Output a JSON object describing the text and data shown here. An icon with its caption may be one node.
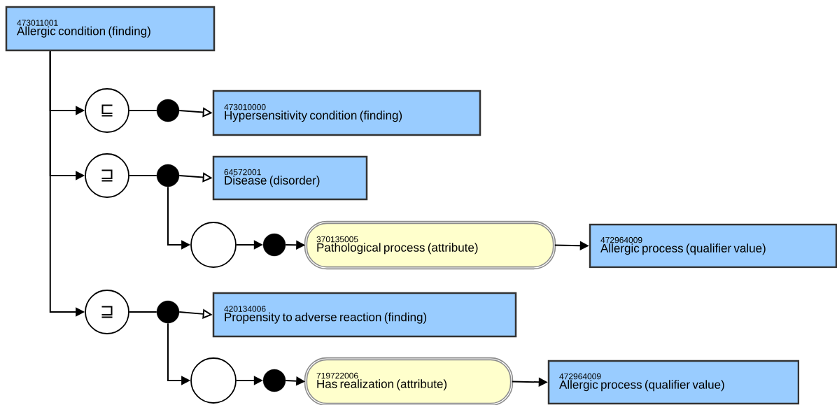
{
  "diagram": {
    "nodes": [
      {
        "text": [
          "473011001",
          "Allergic condition (finding)"
        ]
      },
      {
        "text": [
          "⊑"
        ]
      },
      {
        "text": [],
        "shape": "dot"
      },
      {
        "text": [
          "473010000",
          "Hypersensitivity condition (finding)"
        ]
      },
      {
        "text": [
          "⊒"
        ]
      },
      {
        "text": [],
        "shape": "dot"
      },
      {
        "text": [
          "64572001",
          "Disease (disorder)"
        ]
      },
      {
        "text": [],
        "shape": "circle"
      },
      {
        "text": [],
        "shape": "dot"
      },
      {
        "text": [
          "370135005",
          "Pathological process (attribute)"
        ]
      },
      {
        "text": [
          "472964009",
          "Allergic process (qualifier value)"
        ]
      },
      {
        "text": [
          "⊒"
        ]
      },
      {
        "text": [],
        "shape": "dot"
      },
      {
        "text": [
          "420134006",
          "Propensity to adverse reaction (finding)"
        ]
      },
      {
        "text": [],
        "shape": "circle"
      },
      {
        "text": [],
        "shape": "dot"
      },
      {
        "text": [
          "719722006",
          "Has realization (attribute)"
        ]
      },
      {
        "text": [
          "472964009",
          "Allergic process (qualifier value)"
        ]
      }
    ],
    "edges": [
      {
        "from": 0,
        "to": 1,
        "arrow": "to"
      },
      {
        "from": 1,
        "to": 2,
        "arrow": "none"
      },
      {
        "from": 2,
        "to": 3,
        "arrow": "to"
      },
      {
        "from": 0,
        "to": 4,
        "arrow": "to"
      },
      {
        "from": 4,
        "to": 5,
        "arrow": "none"
      },
      {
        "from": 5,
        "to": 6,
        "arrow": "to"
      },
      {
        "from": 5,
        "to": 7,
        "arrow": "to"
      },
      {
        "from": 7,
        "to": 8,
        "arrow": "to"
      },
      {
        "from": 8,
        "to": 9,
        "arrow": "to"
      },
      {
        "from": 9,
        "to": 10,
        "arrow": "to"
      },
      {
        "from": 0,
        "to": 11,
        "arrow": "to"
      },
      {
        "from": 11,
        "to": 12,
        "arrow": "none"
      },
      {
        "from": 12,
        "to": 13,
        "arrow": "to"
      },
      {
        "from": 12,
        "to": 14,
        "arrow": "to"
      },
      {
        "from": 14,
        "to": 15,
        "arrow": "to"
      },
      {
        "from": 15,
        "to": 16,
        "arrow": "to"
      },
      {
        "from": 16,
        "to": 17,
        "arrow": "to"
      }
    ]
  }
}
